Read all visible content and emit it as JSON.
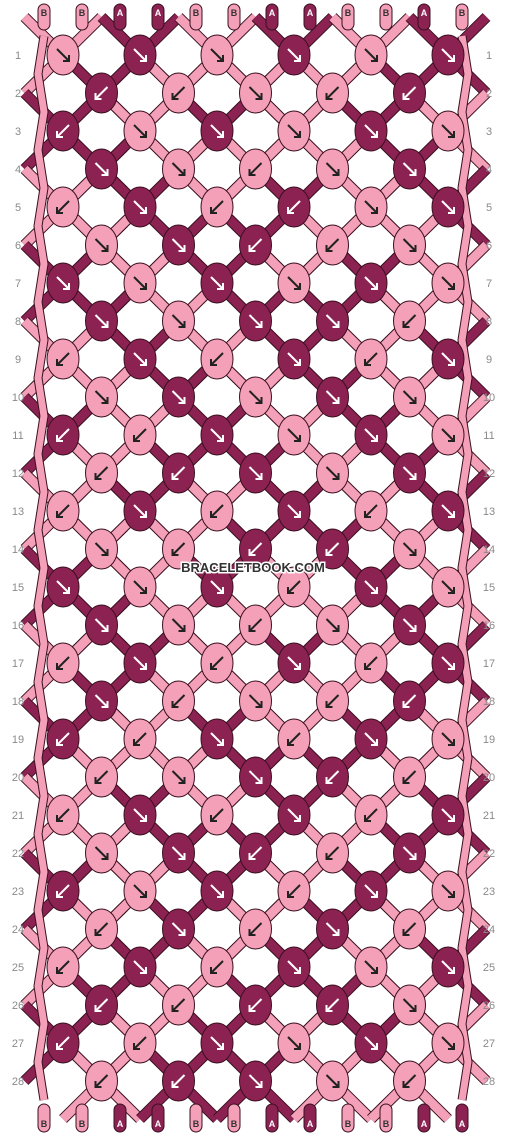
{
  "watermark": "BRACELETBOOK.COM",
  "colors": {
    "A": "#8b2252",
    "B": "#f4a0b8",
    "outline": "#3a1020",
    "arrow_dark": "#ffffff",
    "arrow_light": "#222222"
  },
  "strands_top": [
    "B",
    "B",
    "A",
    "A",
    "B",
    "B",
    "A",
    "A",
    "B",
    "B",
    "A",
    "B"
  ],
  "strands_bottom": [
    "B",
    "B",
    "A",
    "A",
    "B",
    "B",
    "A",
    "A",
    "B",
    "B",
    "A",
    "A"
  ],
  "row_labels": [
    "1",
    "2",
    "3",
    "4",
    "5",
    "6",
    "7",
    "8",
    "9",
    "10",
    "11",
    "12",
    "13",
    "14",
    "15",
    "16",
    "17",
    "18",
    "19",
    "20",
    "21",
    "22",
    "23",
    "24",
    "25",
    "26",
    "27",
    "28"
  ],
  "rows": [
    [
      [
        "B",
        "SE"
      ],
      [
        "A",
        "SE"
      ],
      [
        "B",
        "SE"
      ],
      [
        "A",
        "SE"
      ],
      [
        "B",
        "SE"
      ],
      [
        "A",
        "SE"
      ]
    ],
    [
      [
        "A",
        "SW"
      ],
      [
        "B",
        "SW"
      ],
      [
        "B",
        "SE"
      ],
      [
        "B",
        "SW"
      ],
      [
        "A",
        "SW"
      ]
    ],
    [
      [
        "A",
        "SW"
      ],
      [
        "B",
        "SE"
      ],
      [
        "A",
        "SE"
      ],
      [
        "B",
        "SE"
      ],
      [
        "A",
        "SE"
      ],
      [
        "B",
        "SE"
      ]
    ],
    [
      [
        "A",
        "SE"
      ],
      [
        "B",
        "SE"
      ],
      [
        "B",
        "SW"
      ],
      [
        "B",
        "SE"
      ],
      [
        "A",
        "SE"
      ]
    ],
    [
      [
        "B",
        "SW"
      ],
      [
        "A",
        "SE"
      ],
      [
        "B",
        "SW"
      ],
      [
        "A",
        "SW"
      ],
      [
        "B",
        "SE"
      ],
      [
        "A",
        "SE"
      ]
    ],
    [
      [
        "B",
        "SE"
      ],
      [
        "A",
        "SE"
      ],
      [
        "A",
        "SW"
      ],
      [
        "B",
        "SW"
      ],
      [
        "B",
        "SE"
      ]
    ],
    [
      [
        "A",
        "SE"
      ],
      [
        "B",
        "SE"
      ],
      [
        "A",
        "SE"
      ],
      [
        "B",
        "SE"
      ],
      [
        "A",
        "SE"
      ],
      [
        "B",
        "SE"
      ]
    ],
    [
      [
        "A",
        "SE"
      ],
      [
        "B",
        "SE"
      ],
      [
        "A",
        "SE"
      ],
      [
        "A",
        "SE"
      ],
      [
        "B",
        "SW"
      ]
    ],
    [
      [
        "B",
        "SW"
      ],
      [
        "A",
        "SE"
      ],
      [
        "B",
        "SW"
      ],
      [
        "A",
        "SE"
      ],
      [
        "B",
        "SW"
      ],
      [
        "A",
        "SE"
      ]
    ],
    [
      [
        "B",
        "SE"
      ],
      [
        "A",
        "SE"
      ],
      [
        "B",
        "SE"
      ],
      [
        "A",
        "SE"
      ],
      [
        "B",
        "SE"
      ]
    ],
    [
      [
        "A",
        "SW"
      ],
      [
        "B",
        "SW"
      ],
      [
        "A",
        "SE"
      ],
      [
        "B",
        "SE"
      ],
      [
        "A",
        "SE"
      ],
      [
        "B",
        "SE"
      ]
    ],
    [
      [
        "B",
        "SW"
      ],
      [
        "A",
        "SW"
      ],
      [
        "A",
        "SE"
      ],
      [
        "B",
        "SE"
      ],
      [
        "A",
        "SE"
      ]
    ],
    [
      [
        "B",
        "SW"
      ],
      [
        "A",
        "SE"
      ],
      [
        "B",
        "SW"
      ],
      [
        "A",
        "SE"
      ],
      [
        "B",
        "SW"
      ],
      [
        "A",
        "SE"
      ]
    ],
    [
      [
        "B",
        "SE"
      ],
      [
        "B",
        "SW"
      ],
      [
        "A",
        "SW"
      ],
      [
        "A",
        "SW"
      ],
      [
        "B",
        "SE"
      ]
    ],
    [
      [
        "A",
        "SE"
      ],
      [
        "B",
        "SE"
      ],
      [
        "A",
        "SE"
      ],
      [
        "B",
        "SW"
      ],
      [
        "A",
        "SE"
      ],
      [
        "B",
        "SE"
      ]
    ],
    [
      [
        "A",
        "SE"
      ],
      [
        "B",
        "SE"
      ],
      [
        "B",
        "SW"
      ],
      [
        "B",
        "SE"
      ],
      [
        "A",
        "SE"
      ]
    ],
    [
      [
        "B",
        "SW"
      ],
      [
        "A",
        "SE"
      ],
      [
        "B",
        "SW"
      ],
      [
        "A",
        "SE"
      ],
      [
        "B",
        "SW"
      ],
      [
        "A",
        "SE"
      ]
    ],
    [
      [
        "A",
        "SE"
      ],
      [
        "B",
        "SW"
      ],
      [
        "B",
        "SE"
      ],
      [
        "B",
        "SW"
      ],
      [
        "A",
        "SW"
      ]
    ],
    [
      [
        "A",
        "SW"
      ],
      [
        "B",
        "SW"
      ],
      [
        "A",
        "SE"
      ],
      [
        "B",
        "SW"
      ],
      [
        "A",
        "SE"
      ],
      [
        "B",
        "SE"
      ]
    ],
    [
      [
        "B",
        "SW"
      ],
      [
        "B",
        "SE"
      ],
      [
        "A",
        "SE"
      ],
      [
        "A",
        "SW"
      ],
      [
        "B",
        "SW"
      ]
    ],
    [
      [
        "B",
        "SW"
      ],
      [
        "A",
        "SE"
      ],
      [
        "B",
        "SW"
      ],
      [
        "A",
        "SE"
      ],
      [
        "B",
        "SW"
      ],
      [
        "A",
        "SE"
      ]
    ],
    [
      [
        "B",
        "SE"
      ],
      [
        "A",
        "SE"
      ],
      [
        "A",
        "SW"
      ],
      [
        "B",
        "SW"
      ],
      [
        "A",
        "SE"
      ]
    ],
    [
      [
        "A",
        "SW"
      ],
      [
        "B",
        "SE"
      ],
      [
        "A",
        "SE"
      ],
      [
        "B",
        "SW"
      ],
      [
        "A",
        "SE"
      ],
      [
        "B",
        "SE"
      ]
    ],
    [
      [
        "B",
        "SW"
      ],
      [
        "A",
        "SE"
      ],
      [
        "B",
        "SW"
      ],
      [
        "A",
        "SE"
      ],
      [
        "B",
        "SW"
      ]
    ],
    [
      [
        "B",
        "SW"
      ],
      [
        "A",
        "SE"
      ],
      [
        "B",
        "SW"
      ],
      [
        "A",
        "SE"
      ],
      [
        "B",
        "SE"
      ],
      [
        "A",
        "SE"
      ]
    ],
    [
      [
        "A",
        "SW"
      ],
      [
        "B",
        "SW"
      ],
      [
        "A",
        "SW"
      ],
      [
        "A",
        "SW"
      ],
      [
        "B",
        "SE"
      ]
    ],
    [
      [
        "A",
        "SW"
      ],
      [
        "B",
        "SW"
      ],
      [
        "A",
        "SE"
      ],
      [
        "B",
        "SE"
      ],
      [
        "A",
        "SE"
      ],
      [
        "B",
        "SE"
      ]
    ],
    [
      [
        "B",
        "SW"
      ],
      [
        "A",
        "SW"
      ],
      [
        "A",
        "SE"
      ],
      [
        "B",
        "SE"
      ],
      [
        "B",
        "SW"
      ]
    ]
  ]
}
